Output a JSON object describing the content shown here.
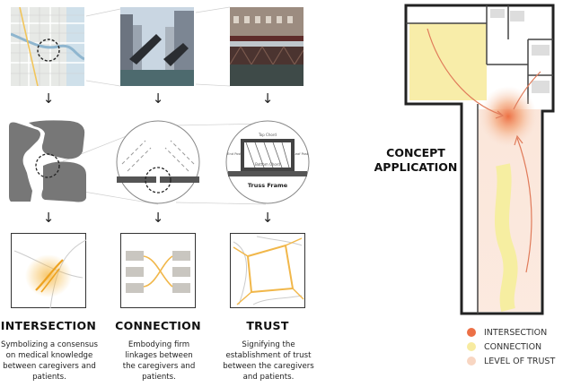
{
  "columns": [
    {
      "title": "INTERSECTION",
      "desc": [
        "Symbolizing a consensus",
        "on medical knowledge",
        "between caregivers and",
        "patients."
      ],
      "color": "#f0b032"
    },
    {
      "title": "CONNECTION",
      "desc": [
        "Embodying firm",
        "linkages between",
        "the caregivers and",
        "patients."
      ],
      "color": "#f4c266"
    },
    {
      "title": "TRUST",
      "desc": [
        "Signifying the",
        "establishment of trust",
        "between the caregivers",
        "and patients."
      ],
      "color": "#f1c15b"
    }
  ],
  "arrow_glyph": "↓",
  "truss_labels": {
    "top": "Top Chord",
    "bottom": "Bottom Chord",
    "end_left": "End Post",
    "end_right": "Leaf Post",
    "caption": "Truss Frame"
  },
  "concept": {
    "line1": "CONCEPT",
    "line2": "APPLICATION"
  },
  "legend": [
    {
      "label": "INTERSECTION",
      "color": "#ec7046"
    },
    {
      "label": "CONNECTION",
      "color": "#f7eba0"
    },
    {
      "label": "LEVEL OF TRUST",
      "color": "#f8d6c2"
    }
  ]
}
